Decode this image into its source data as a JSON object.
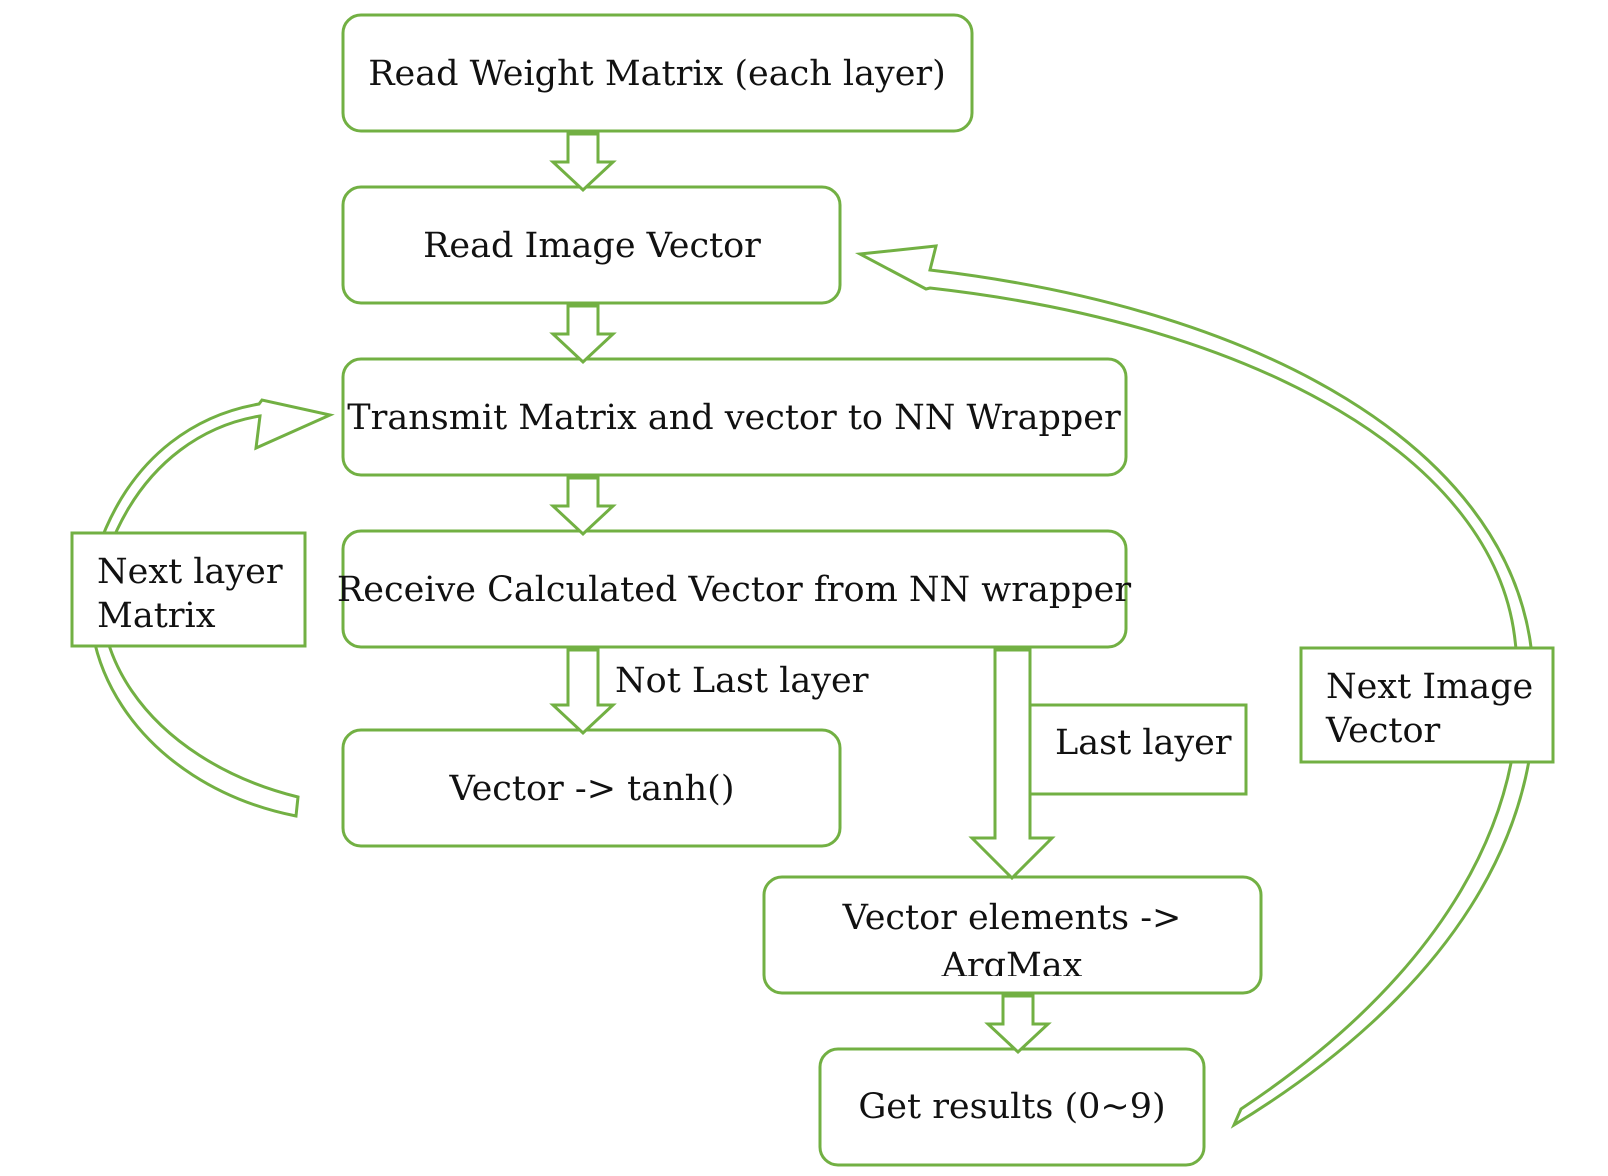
{
  "colors": {
    "stroke": "#72b043",
    "text": "#111111",
    "background": "#ffffff"
  },
  "nodes": {
    "read_weight": "Read Weight Matrix (each layer)",
    "read_image": "Read Image Vector",
    "transmit": "Transmit Matrix and vector to NN Wrapper",
    "receive": "Receive Calculated Vector from NN wrapper",
    "tanh": "Vector -> tanh()",
    "argmax_line1": "Vector elements ->",
    "argmax_line2": "ArgMax",
    "results": "Get results (0~9)"
  },
  "labels": {
    "not_last_layer": "Not Last layer",
    "last_layer": "Last layer",
    "next_layer_line1": "Next layer",
    "next_layer_line2": "Matrix",
    "next_image_line1": "Next Image",
    "next_image_line2": "Vector"
  }
}
